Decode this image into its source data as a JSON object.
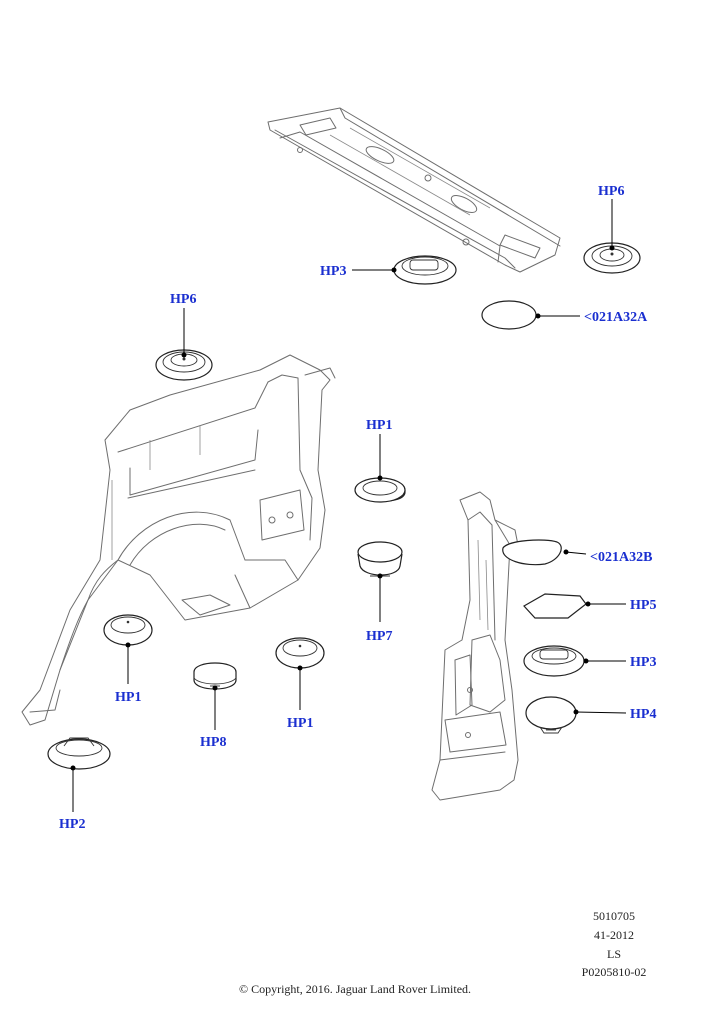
{
  "callouts": {
    "hp6_top": "HP6",
    "hp3_top": "HP3",
    "ref_021a32a": "<021A32A",
    "hp6_left": "HP6",
    "hp1_mid": "HP1",
    "ref_021a32b": "<021A32B",
    "hp5": "HP5",
    "hp3_right": "HP3",
    "hp4": "HP4",
    "hp7": "HP7",
    "hp1_left": "HP1",
    "hp8": "HP8",
    "hp1_center": "HP1",
    "hp2": "HP2"
  },
  "footer": {
    "code1": "5010705",
    "code2": "41-2012",
    "code3": "LS",
    "code4": "P0205810-02",
    "copyright": "© Copyright, 2016. Jaguar Land Rover Limited."
  },
  "colors": {
    "callout": "#1a2fd0",
    "line": "#6e6e6e"
  }
}
